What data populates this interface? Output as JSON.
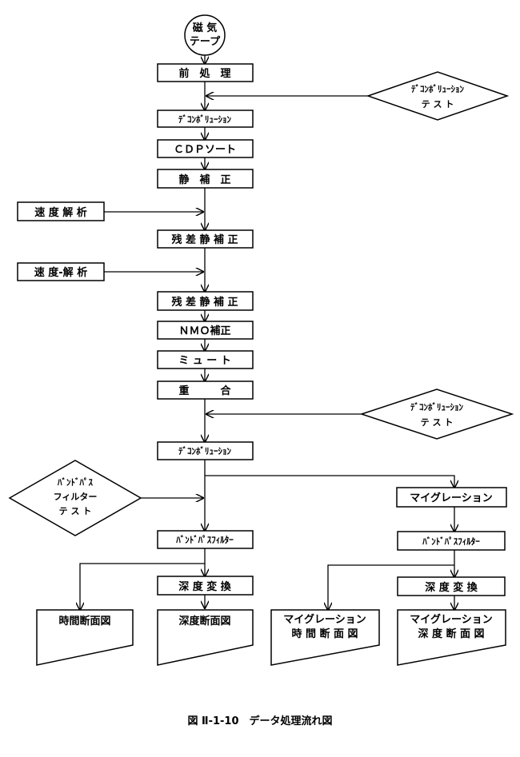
{
  "nodes": {
    "tape_l1": "磁 気",
    "tape_l2": "テープ",
    "preprocess": "前　処　理",
    "deconv1": "ﾃﾞｺﾝﾎﾞﾘｭｰｼｮﾝ",
    "cdp_sort": "ＣＤＰソート",
    "static_corr": "静　補　正",
    "velocity1": "速 度 解 析",
    "residual1": "残 差 静 補 正",
    "velocity2": "速 度-解 析",
    "residual2": "残 差 静 補 正",
    "nmo": "ＮＭＯ補正",
    "mute": "ミ ュ ー ト",
    "stack": "重　　　合",
    "deconv2": "ﾃﾞｺﾝﾎﾞﾘｭｰｼｮﾝ",
    "migration": "マイグレーション",
    "bandpass_left": "ﾊﾞﾝﾄﾞﾊﾟｽﾌｨﾙﾀｰ",
    "bandpass_right": "ﾊﾞﾝﾄﾞﾊﾟｽﾌｨﾙﾀｰ",
    "depth_conv_left": "深 度 変 換",
    "depth_conv_right": "深 度 変 換",
    "time_section": "時間断面図",
    "depth_section": "深度断面図",
    "mig_time_l1": "マイグレーション",
    "mig_time_l2": "時 間 断 面 図",
    "mig_depth_l1": "マイグレーション",
    "mig_depth_l2": "深 度 断 面 図",
    "deconv_test1_l1": "ﾃﾞｺﾝﾎﾞﾘｭｰｼｮﾝ",
    "deconv_test1_l2": "テ ス ト",
    "deconv_test2_l1": "ﾃﾞｺﾝﾎﾞﾘｭｰｼｮﾝ",
    "deconv_test2_l2": "テ ス ト",
    "bandpass_test_l1": "ﾊﾞﾝﾄﾞﾊﾟｽ",
    "bandpass_test_l2": "フィルター",
    "bandpass_test_l3": "テ ス ト"
  },
  "caption": "図 Ⅱ-1-10　データ処理流れ図"
}
